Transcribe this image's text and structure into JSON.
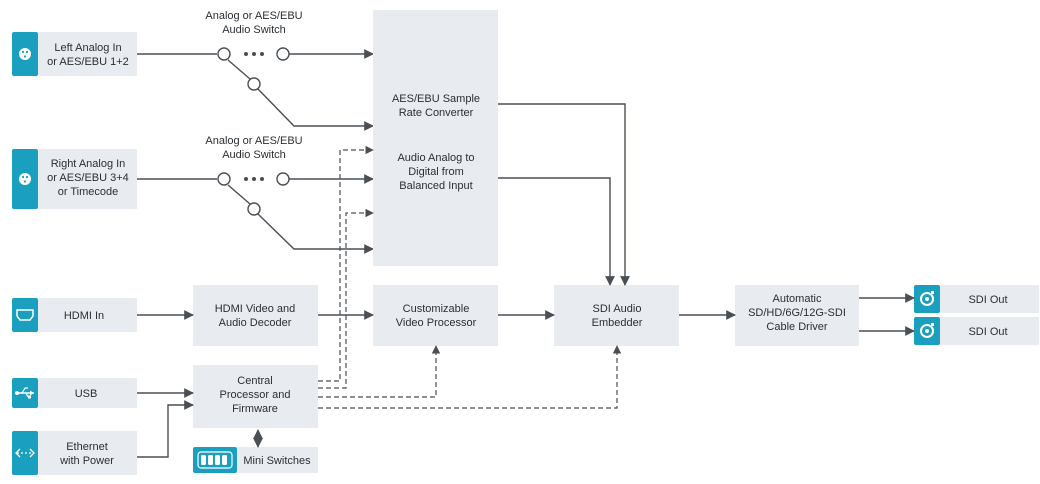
{
  "inputs": {
    "left_analog": [
      "Left Analog In",
      "or AES/EBU 1+2"
    ],
    "right_analog": [
      "Right Analog In",
      "or AES/EBU 3+4",
      "or Timecode"
    ],
    "hdmi_in": [
      "HDMI In"
    ],
    "usb": [
      "USB"
    ],
    "ethernet": [
      "Ethernet",
      "with Power"
    ]
  },
  "switches": {
    "top": [
      "Analog or AES/EBU",
      "Audio Switch"
    ],
    "bottom": [
      "Analog or AES/EBU",
      "Audio Switch"
    ]
  },
  "blocks": {
    "src": [
      "AES/EBU Sample",
      "Rate Converter"
    ],
    "analog_digital": [
      "Audio Analog to",
      "Digital from",
      "Balanced Input"
    ],
    "hdmi_decoder": [
      "HDMI Video and",
      "Audio Decoder"
    ],
    "video_processor": [
      "Customizable",
      "Video Processor"
    ],
    "sdi_embedder": [
      "SDI Audio",
      "Embedder"
    ],
    "cable_driver": [
      "Automatic",
      "SD/HD/6G/12G-SDI",
      "Cable Driver"
    ],
    "cpu": [
      "Central",
      "Processor and",
      "Firmware"
    ],
    "mini_switches": "Mini Switches"
  },
  "outputs": {
    "sdi_out_1": "SDI Out",
    "sdi_out_2": "SDI Out"
  },
  "colors": {
    "accent": "#1a9fbf",
    "block": "#e8ecf1",
    "line": "#4a4f55",
    "text": "#2b2f33"
  },
  "icons": {
    "xlr": "xlr-connector-icon",
    "hdmi": "hdmi-port-icon",
    "usb": "usb-icon",
    "ethernet": "ethernet-icon",
    "sdi": "bnc-connector-icon",
    "dip": "dip-switch-icon"
  }
}
